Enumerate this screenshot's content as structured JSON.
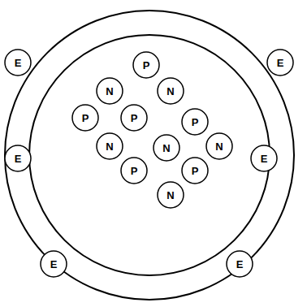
{
  "diagram": {
    "nodes": [
      {
        "text": [
          "E"
        ]
      },
      {
        "text": [
          "P"
        ]
      },
      {
        "text": [
          "E"
        ]
      },
      {
        "text": [
          "N"
        ]
      },
      {
        "text": [
          "N"
        ]
      },
      {
        "text": [
          "P"
        ]
      },
      {
        "text": [
          "P"
        ]
      },
      {
        "text": [
          "P"
        ]
      },
      {
        "text": [
          "E"
        ]
      },
      {
        "text": [
          "N"
        ]
      },
      {
        "text": [
          "N"
        ]
      },
      {
        "text": [
          "N"
        ]
      },
      {
        "text": [
          "E"
        ]
      },
      {
        "text": [
          "P"
        ]
      },
      {
        "text": [
          "P"
        ]
      },
      {
        "text": [
          "N"
        ]
      },
      {
        "text": [
          "E"
        ]
      },
      {
        "text": [
          "E"
        ]
      }
    ]
  }
}
